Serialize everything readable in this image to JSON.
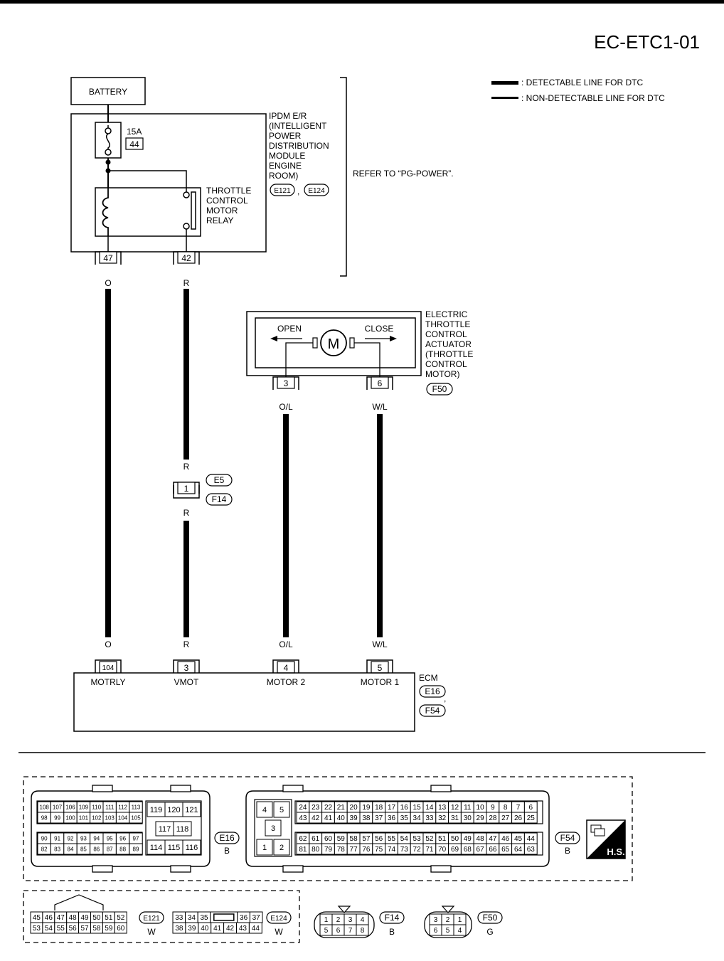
{
  "page_code": "EC-ETC1-01",
  "legend": {
    "detectable": ": DETECTABLE LINE FOR DTC",
    "non_detectable": ": NON-DETECTABLE LINE FOR DTC"
  },
  "power": {
    "battery": "BATTERY",
    "fuse_rating": "15A",
    "fuse_number": "44",
    "ipdm_lines": [
      "IPDM E/R",
      "(INTELLIGENT",
      "POWER",
      "DISTRIBUTION",
      "MODULE",
      "ENGINE",
      "ROOM)"
    ],
    "ipdm_connectors": [
      "E121",
      "E124"
    ],
    "relay_lines": [
      "THROTTLE",
      "CONTROL",
      "MOTOR",
      "RELAY"
    ],
    "refer_text": "REFER TO “PG-POWER”.",
    "pins": [
      "47",
      "42"
    ]
  },
  "actuator": {
    "lines": [
      "ELECTRIC",
      "THROTTLE",
      "CONTROL",
      "ACTUATOR",
      "(THROTTLE",
      "CONTROL",
      "MOTOR)"
    ],
    "open_label": "OPEN",
    "close_label": "CLOSE",
    "motor_symbol": "M",
    "pins": [
      "3",
      "6"
    ],
    "connector": "F50"
  },
  "joint": {
    "pin": "1",
    "connectors": [
      "E5",
      "F14"
    ]
  },
  "wires": [
    {
      "top_color": "O",
      "bottom_color": "O"
    },
    {
      "top_color": "R",
      "mid_top": "R",
      "mid_bottom": "R",
      "bottom_color": "R"
    },
    {
      "top_color": "O/L",
      "bottom_color": "O/L"
    },
    {
      "top_color": "W/L",
      "bottom_color": "W/L"
    }
  ],
  "ecm": {
    "label": "ECM",
    "pins": [
      "104",
      "3",
      "4",
      "5"
    ],
    "terminals": [
      "MOTRLY",
      "VMOT",
      "MOTOR 2",
      "MOTOR 1"
    ],
    "connectors": [
      "E16",
      "F54"
    ],
    "comma": ","
  },
  "connector_views": {
    "e16": {
      "id": "E16",
      "color": "B",
      "rows": [
        [
          "108",
          "107",
          "106",
          "109",
          "110",
          "111",
          "112",
          "113"
        ],
        [
          "98",
          "99",
          "100",
          "101",
          "102",
          "103",
          "104",
          "105"
        ],
        [
          "90",
          "91",
          "92",
          "93",
          "94",
          "95",
          "96",
          "97"
        ],
        [
          "82",
          "83",
          "84",
          "85",
          "86",
          "87",
          "88",
          "89"
        ]
      ],
      "right": [
        "119",
        "120",
        "121",
        "117",
        "118",
        "114",
        "115",
        "116"
      ]
    },
    "f54": {
      "id": "F54",
      "color": "B",
      "left": [
        "4",
        "5",
        "3",
        "1",
        "2"
      ],
      "rows": [
        [
          "24",
          "23",
          "22",
          "21",
          "20",
          "19",
          "18",
          "17",
          "16",
          "15",
          "14",
          "13",
          "12",
          "11",
          "10",
          "9",
          "8",
          "7",
          "6"
        ],
        [
          "43",
          "42",
          "41",
          "40",
          "39",
          "38",
          "37",
          "36",
          "35",
          "34",
          "33",
          "32",
          "31",
          "30",
          "29",
          "28",
          "27",
          "26",
          "25"
        ],
        [
          "62",
          "61",
          "60",
          "59",
          "58",
          "57",
          "56",
          "55",
          "54",
          "53",
          "52",
          "51",
          "50",
          "49",
          "48",
          "47",
          "46",
          "45",
          "44"
        ],
        [
          "81",
          "80",
          "79",
          "78",
          "77",
          "76",
          "75",
          "74",
          "73",
          "72",
          "71",
          "70",
          "69",
          "68",
          "67",
          "66",
          "65",
          "64",
          "63"
        ]
      ]
    },
    "hs_badge": "H.S.",
    "e121": {
      "id": "E121",
      "color": "W",
      "rows": [
        [
          "45",
          "46",
          "47",
          "48",
          "49",
          "50",
          "51",
          "52"
        ],
        [
          "53",
          "54",
          "55",
          "56",
          "57",
          "58",
          "59",
          "60"
        ]
      ]
    },
    "e124": {
      "id": "E124",
      "color": "W",
      "rows": [
        [
          "33",
          "34",
          "35",
          "",
          "36",
          "37"
        ],
        [
          "38",
          "39",
          "40",
          "41",
          "42",
          "43",
          "44"
        ]
      ]
    },
    "f14": {
      "id": "F14",
      "color": "B",
      "rows": [
        [
          "1",
          "2",
          "3",
          "4"
        ],
        [
          "5",
          "6",
          "7",
          "8"
        ]
      ]
    },
    "f50": {
      "id": "F50",
      "color": "G",
      "rows": [
        [
          "3",
          "2",
          "1"
        ],
        [
          "6",
          "5",
          "4"
        ]
      ]
    }
  }
}
